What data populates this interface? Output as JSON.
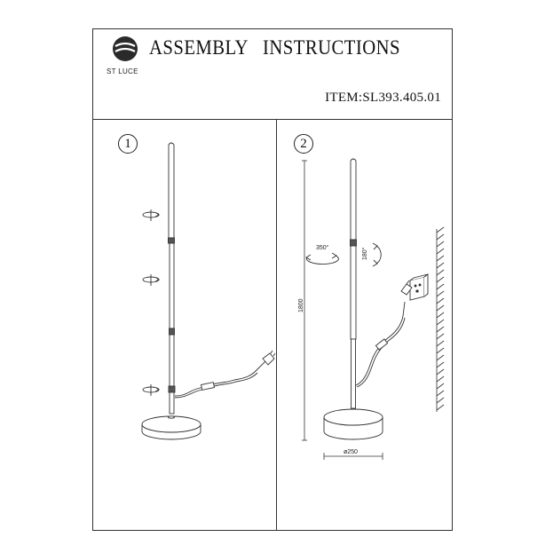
{
  "header": {
    "title": "ASSEMBLY   INSTRUCTIONS",
    "brand": "ST LUCE",
    "item_code": "ITEM:SL393.405.01"
  },
  "steps": [
    {
      "number": "1"
    },
    {
      "number": "2"
    }
  ],
  "dimensions": {
    "height": "1800",
    "base_diameter": "ø250",
    "rotation_horizontal": "350°",
    "rotation_vertical": "180°"
  },
  "icons": {
    "logo": "st-luce-logo-icon",
    "twist": "twist-arrow-icon",
    "socket": "wall-socket-icon",
    "plug": "plug-icon"
  }
}
